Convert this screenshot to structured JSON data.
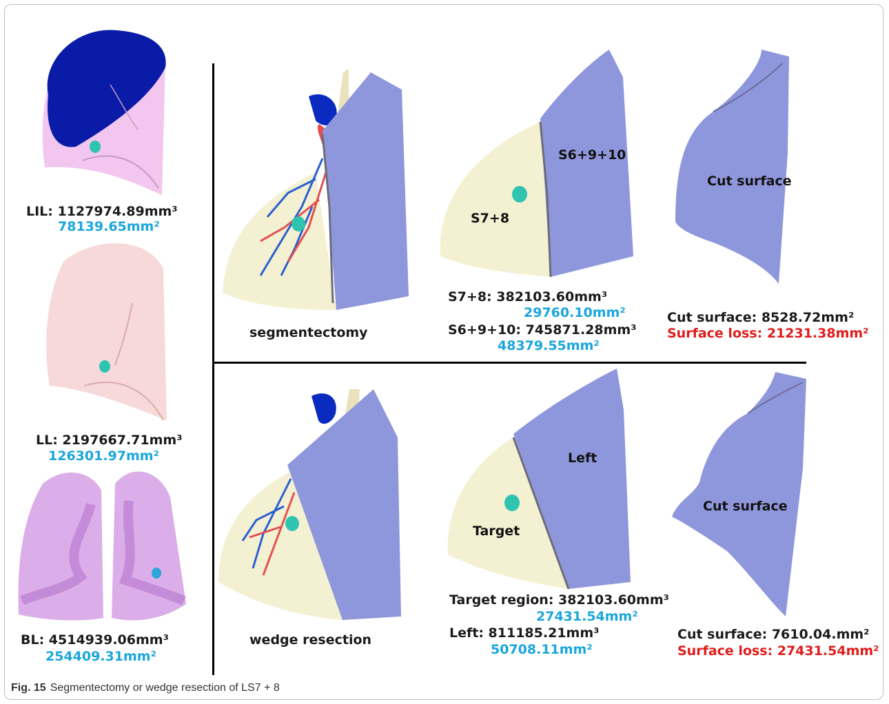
{
  "left_column": {
    "lil": {
      "volume": "LIL: 1127974.89mm³",
      "area": "78139.65mm²"
    },
    "ll": {
      "volume": "LL: 2197667.71mm³",
      "area": "126301.97mm²"
    },
    "bl": {
      "volume": "BL: 4514939.06mm³",
      "area": "254409.31mm²"
    }
  },
  "segmentectomy": {
    "title": "segmentectomy",
    "label_inner_a": "S6+9+10",
    "label_inner_b": "S7+8",
    "cut_label": "Cut surface",
    "s78_volume": "S7+8: 382103.60mm³",
    "s78_area": "29760.10mm²",
    "s6910_volume": "S6+9+10: 745871.28mm³",
    "s6910_area": "48379.55mm²",
    "cut_surface": "Cut surface: 8528.72mm²",
    "surface_loss": "Surface loss: 21231.38mm²"
  },
  "wedge": {
    "title": "wedge resection",
    "label_inner_a": "Left",
    "label_inner_b": "Target",
    "cut_label": "Cut surface",
    "target_volume": "Target region: 382103.60mm³",
    "target_area": "27431.54mm²",
    "left_volume": "Left: 811185.21mm³",
    "left_area": "50708.11mm²",
    "cut_surface": "Cut surface: 7610.04.mm²",
    "surface_loss": "Surface loss: 27431.54mm²"
  },
  "caption": {
    "fig": "Fig. 15",
    "text": "Segmentectomy or wedge resection of LS7 + 8"
  },
  "colors": {
    "lobe_pink": "#f2c6ef",
    "upper_lobe_blue": "#0a1ba8",
    "ll_pink": "#f7d9d9",
    "bl_purple": "#dcaee9",
    "lung_cream": "#f4f0d2",
    "segment_blue": "#8f97dc",
    "tumor_teal": "#2ec4b0",
    "vessel_blue": "#2a5fd0",
    "vessel_red": "#e05050",
    "airway": "#e9e2bd"
  }
}
